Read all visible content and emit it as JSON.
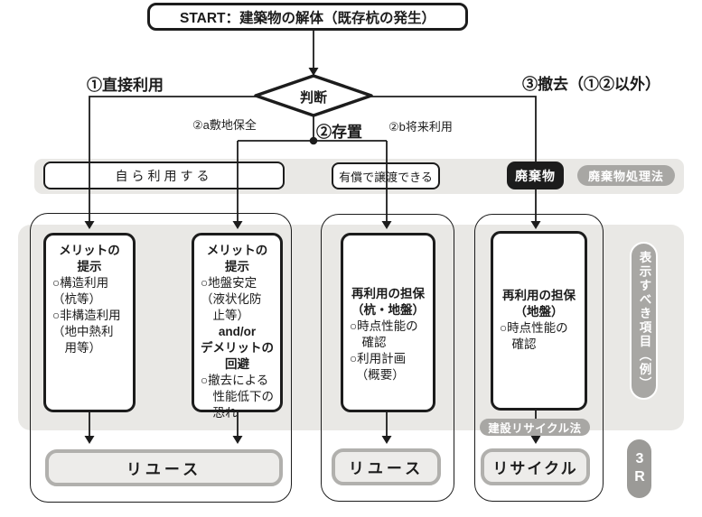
{
  "start": {
    "label": "START：建築物の解体（既存杭の発生）"
  },
  "decision": {
    "label": "判断"
  },
  "branches": {
    "direct": "①直接利用",
    "leave": "②存置",
    "leave_site": "②a敷地保全",
    "leave_future": "②b将来利用",
    "removal": "③撤去（①②以外）"
  },
  "band": {
    "self_use": "自ら利用する",
    "paid_transfer": "有償で譲渡できる",
    "waste": "廃棄物",
    "waste_law": "廃棄物処理法"
  },
  "item_boxes": {
    "box1": {
      "heading": "メリットの\n提示",
      "body": "○構造利用\n（杭等）\n○非構造利用\n（地中熱利\n　用等）"
    },
    "box2": {
      "heading": "メリットの\n提示",
      "body1": "○地盤安定\n（液状化防\n　止等）",
      "connector": "and/or",
      "heading2": "デメリットの\n回避",
      "body2": "○撤去による\n　性能低下の\n　恐れ"
    },
    "box3": {
      "heading": "再利用の担保\n（杭・地盤）",
      "body": "○時点性能の\n　確認\n○利用計画\n　（概要）"
    },
    "box4": {
      "heading": "再利用の担保\n（地盤）",
      "body": "○時点性能の\n　確認"
    }
  },
  "outcomes": {
    "reuse_left": "リユース",
    "reuse_mid": "リユース",
    "recycle": "リサイクル"
  },
  "side_labels": {
    "recycle_law": "建設リサイクル法",
    "display_items": "表示すべき項目（例）",
    "three_r": "3R"
  }
}
